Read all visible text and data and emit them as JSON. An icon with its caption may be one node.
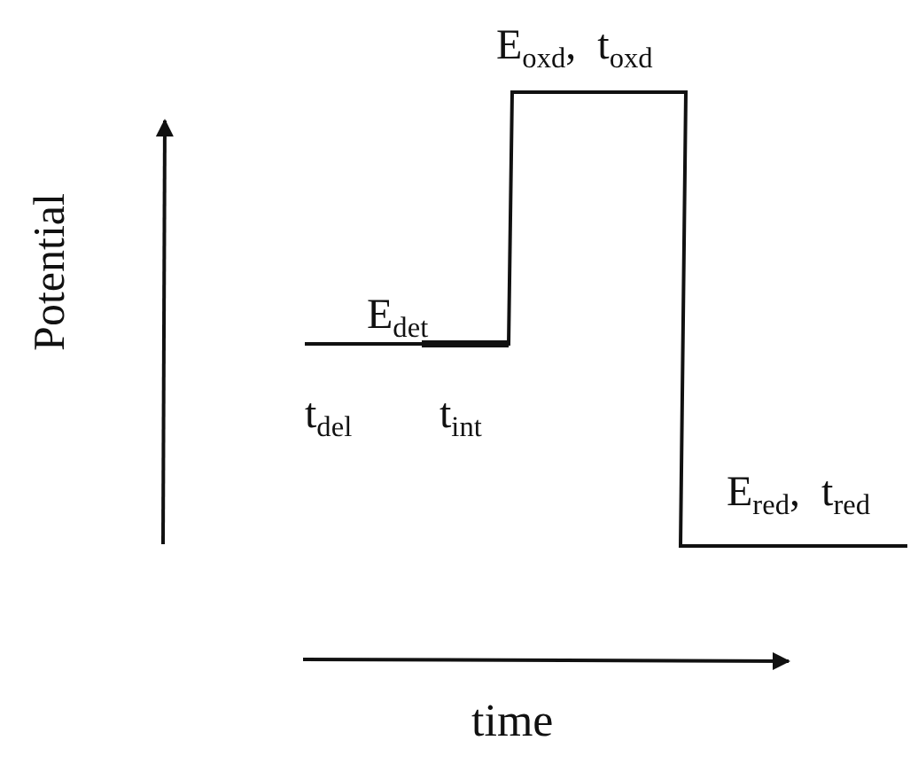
{
  "diagram": {
    "labels": [
      "E$_{oxd}$,  t$_{oxd}$",
      "Potential",
      "E$_{det}$",
      "t$_{del}$",
      "t$_{int}$",
      "E$_{red}$,  t$_{red}$",
      "time"
    ]
  }
}
